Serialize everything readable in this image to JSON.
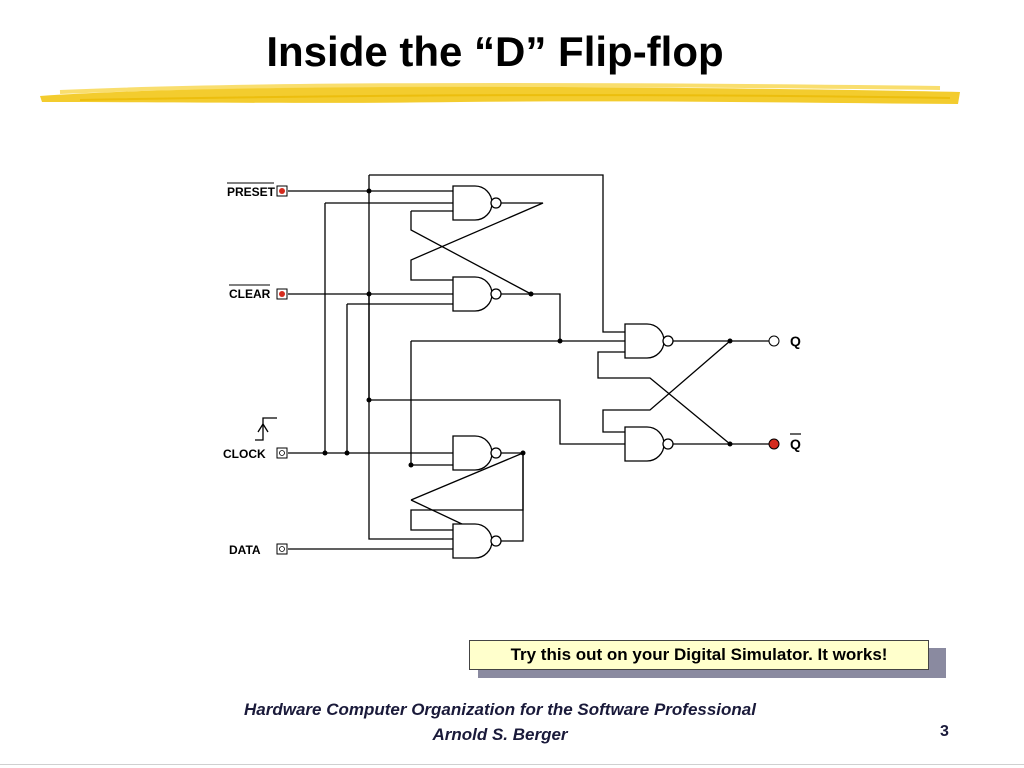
{
  "title": "Inside the “D” Flip-flop",
  "colors": {
    "highlight": "#f2c617",
    "led_on": "#d52b1e",
    "callout_bg": "#ffffcc"
  },
  "inputs": {
    "preset": "PRESET",
    "clear": "CLEAR",
    "clock": "CLOCK",
    "data": "DATA"
  },
  "outputs": {
    "q": "Q",
    "q_bar": "Q"
  },
  "callout": "Try this out on your Digital Simulator. It works!",
  "footer": {
    "line1": "Hardware Computer Organization for the Software Professional",
    "line2": "Arnold S. Berger",
    "page": "3"
  }
}
